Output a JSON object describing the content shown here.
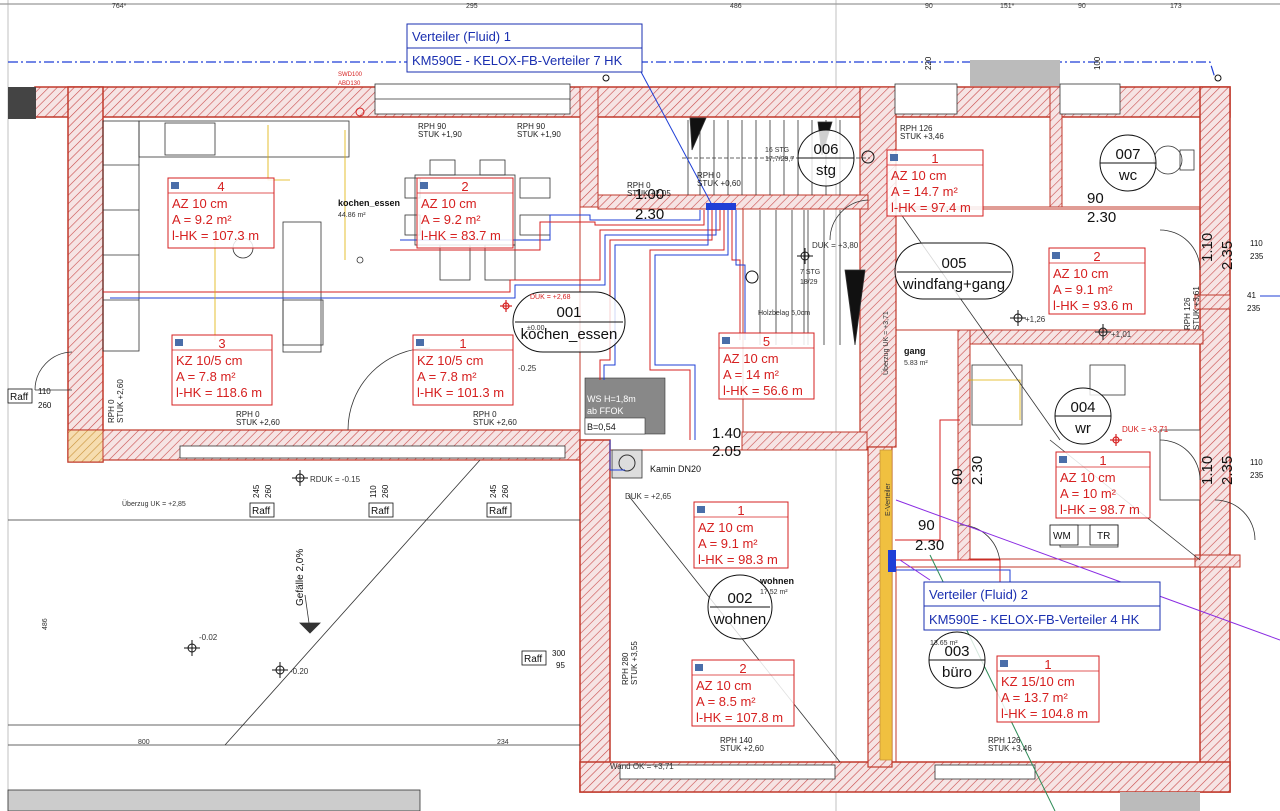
{
  "distributors": [
    {
      "title": "Verteiler (Fluid) 1",
      "model": "KM590E - KELOX-FB-Verteiler 7 HK"
    },
    {
      "title": "Verteiler (Fluid) 2",
      "model": "KM590E - KELOX-FB-Verteiler 4 HK"
    }
  ],
  "zones": [
    {
      "num": "4",
      "l1": "AZ 10 cm",
      "l2": "A = 9.2 m²",
      "l3": "l-HK = 107.3 m"
    },
    {
      "num": "2",
      "l1": "AZ 10 cm",
      "l2": "A = 9.2 m²",
      "l3": "l-HK = 83.7 m"
    },
    {
      "num": "3",
      "l1": "KZ 10/5 cm",
      "l2": "A = 7.8 m²",
      "l3": "l-HK = 118.6 m"
    },
    {
      "num": "1",
      "l1": "KZ 10/5 cm",
      "l2": "A = 7.8 m²",
      "l3": "l-HK = 101.3 m"
    },
    {
      "num": "5",
      "l1": "AZ 10 cm",
      "l2": "A = 14 m²",
      "l3": "l-HK = 56.6 m"
    },
    {
      "num": "1",
      "l1": "AZ 10 cm",
      "l2": "A = 14.7 m²",
      "l3": "l-HK = 97.4 m"
    },
    {
      "num": "2",
      "l1": "AZ 10 cm",
      "l2": "A = 9.1 m²",
      "l3": "l-HK = 93.6 m"
    },
    {
      "num": "1",
      "l1": "AZ 10 cm",
      "l2": "A = 10 m²",
      "l3": "l-HK = 98.7 m"
    },
    {
      "num": "1",
      "l1": "AZ 10 cm",
      "l2": "A = 9.1 m²",
      "l3": "l-HK = 98.3 m"
    },
    {
      "num": "2",
      "l1": "AZ 10 cm",
      "l2": "A = 8.5 m²",
      "l3": "l-HK = 107.8 m"
    },
    {
      "num": "1",
      "l1": "KZ 15/10 cm",
      "l2": "A = 13.7 m²",
      "l3": "l-HK = 104.8 m"
    }
  ],
  "rooms": [
    {
      "num": "001",
      "name": "kochen_essen",
      "label": "kochen_essen",
      "area": "44.86 m²"
    },
    {
      "num": "002",
      "name": "wohnen",
      "label": "wohnen",
      "area": "17.52 m²"
    },
    {
      "num": "003",
      "name": "büro",
      "label": "",
      "area": "13.65 m²"
    },
    {
      "num": "004",
      "name": "wr",
      "label": "",
      "area": ""
    },
    {
      "num": "005",
      "name": "windfang+gang",
      "label": "gang",
      "area": "5.83 m²"
    },
    {
      "num": "006",
      "name": "stg",
      "label": "",
      "area": ""
    },
    {
      "num": "007",
      "name": "wc",
      "label": "",
      "area": ""
    }
  ],
  "boxed_labels": {
    "raff": "Raff",
    "wm": "WM",
    "tr": "TR"
  },
  "notes": {
    "ws": "WS H=1,8m",
    "ab_ffok": "ab FFOK",
    "b": "B=0,54",
    "kamin": "Kamin DN20",
    "gefaelle": "Gefälle 2,0%",
    "ueberzug": "Überzug   UK = +2,85",
    "ueberzug_v": "Überzug   UK = +3,71",
    "holzbelag": "Holzbelag 5,0cm",
    "duk_380": "DUK = +3,80",
    "duk_371": "DUK = +3,71",
    "duk_265": "DUK = +2,65",
    "duk_268": "DUK = +2,68",
    "wand_ok": "Wand OK = +3,71",
    "rduk": "RDUK = -0.15",
    "stg_top": "16 STG",
    "stg_top2": "17,7/29,7",
    "stg_bot": "7 STG",
    "stg_bot2": "18/29",
    "elev_m002": "-0.02",
    "elev_m020": "-0.20",
    "elev_m025": "-0.25",
    "elev_126": "+1,26",
    "elev_101": "+1,01",
    "elev_000": "±0.00",
    "everteiler": "E-Verteiler",
    "swd": "SWD100",
    "abd": "ABD130"
  },
  "rph": [
    "RPH 90\nSTUK +1,90",
    "RPH 90\nSTUK +1,90",
    "RPH 0\nSTUK +2,60",
    "RPH 0\nSTUK +2,60",
    "RPH 126\nSTUK +3,46",
    "RPH 140\nSTUK +2,60",
    "RPH 126\nSTUK +3,46",
    "RPH 0\nSTUK +2,60",
    "RPH 280\nSTUK +3,55",
    "RPH 126\nSTUK +3,61",
    "RPH 0\nSTUK +2,05",
    "RPH 0\nSTUK +0,60"
  ],
  "big_dims": {
    "a": "1.00",
    "b": "2.30",
    "c": "1.40",
    "d": "2.05",
    "e": "90",
    "f": "2.30",
    "g": "1.10",
    "h": "2.35",
    "i": "1.10",
    "j": "2.35",
    "k": "90",
    "l": "2.30",
    "m": "90",
    "n": "2.30"
  },
  "small_dims": {
    "d110": "110",
    "d260": "260",
    "d245": "245",
    "d260b": "260",
    "d110b": "110",
    "d260c": "260",
    "d245b": "245",
    "d260d": "260",
    "d300": "300",
    "d95": "95",
    "d110c": "110",
    "d235": "235",
    "d41": "41",
    "d235b": "235",
    "d110d": "110",
    "d235c": "235",
    "top1": "764*",
    "top2": "295",
    "top3": "486",
    "top4": "90",
    "top5": "151*",
    "top6": "90",
    "top7": "173",
    "v220": "220",
    "v100": "100",
    "bot1": "800",
    "bot2": "234",
    "bot3": "486"
  },
  "colors": {
    "wall": "#c0392b",
    "hatch": "#d9534f",
    "zone_red": "#d62020",
    "pipe_blue": "#1f3fd6",
    "pipe_red": "#d62020",
    "distributor_blue": "#1a2fb0",
    "purple": "#8a2be2",
    "green": "#2e8b57",
    "yellow": "#e0b000",
    "orange": "#e6b84a"
  }
}
